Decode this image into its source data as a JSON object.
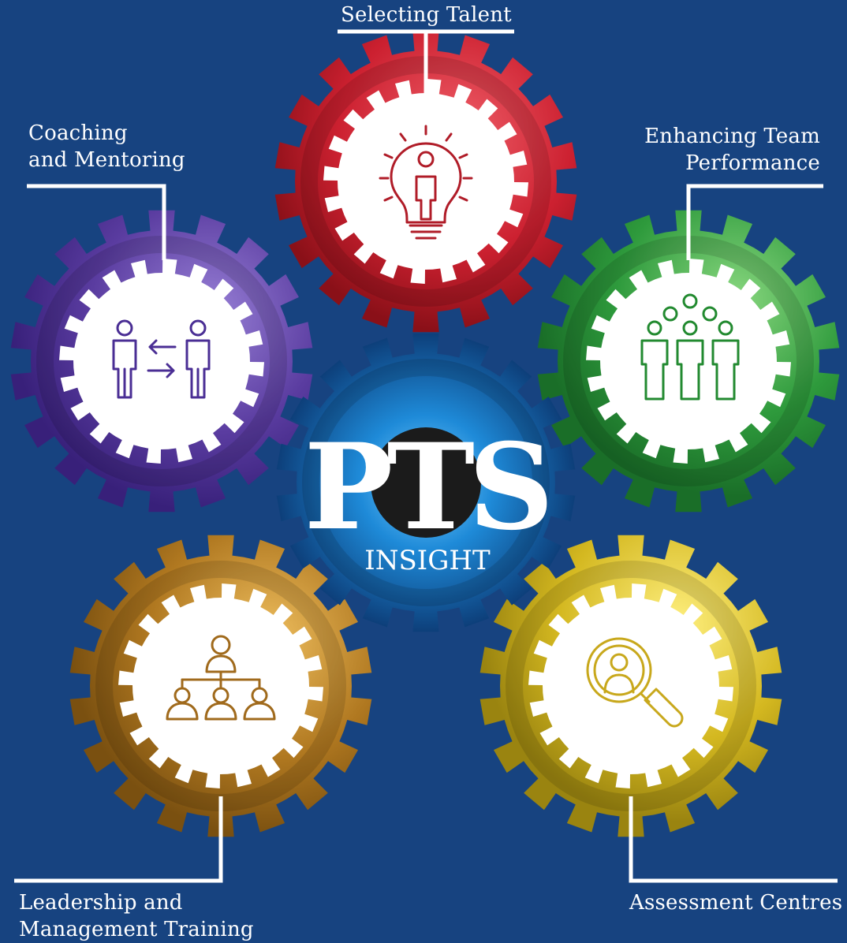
{
  "center": {
    "logo": "PTS",
    "sub": "INSIGHT"
  },
  "labels": {
    "selecting": [
      "Selecting Talent"
    ],
    "coaching": [
      "Coaching",
      "and Mentoring"
    ],
    "team": [
      "Enhancing Team",
      "Performance"
    ],
    "leadership": [
      "Leadership and",
      "Management Training"
    ],
    "assessment": [
      "Assessment Centres"
    ]
  },
  "colors": {
    "background": "#174380",
    "selecting": "#c8202c",
    "coaching": "#5a3ca0",
    "team": "#2e9a3c",
    "leadership": "#b07820",
    "assessment": "#d4b820",
    "center": "#1a7fd0"
  },
  "icons": {
    "selecting": "lightbulb-person-icon",
    "coaching": "people-exchange-icon",
    "team": "team-group-icon",
    "leadership": "org-chart-icon",
    "assessment": "magnifier-person-icon"
  }
}
